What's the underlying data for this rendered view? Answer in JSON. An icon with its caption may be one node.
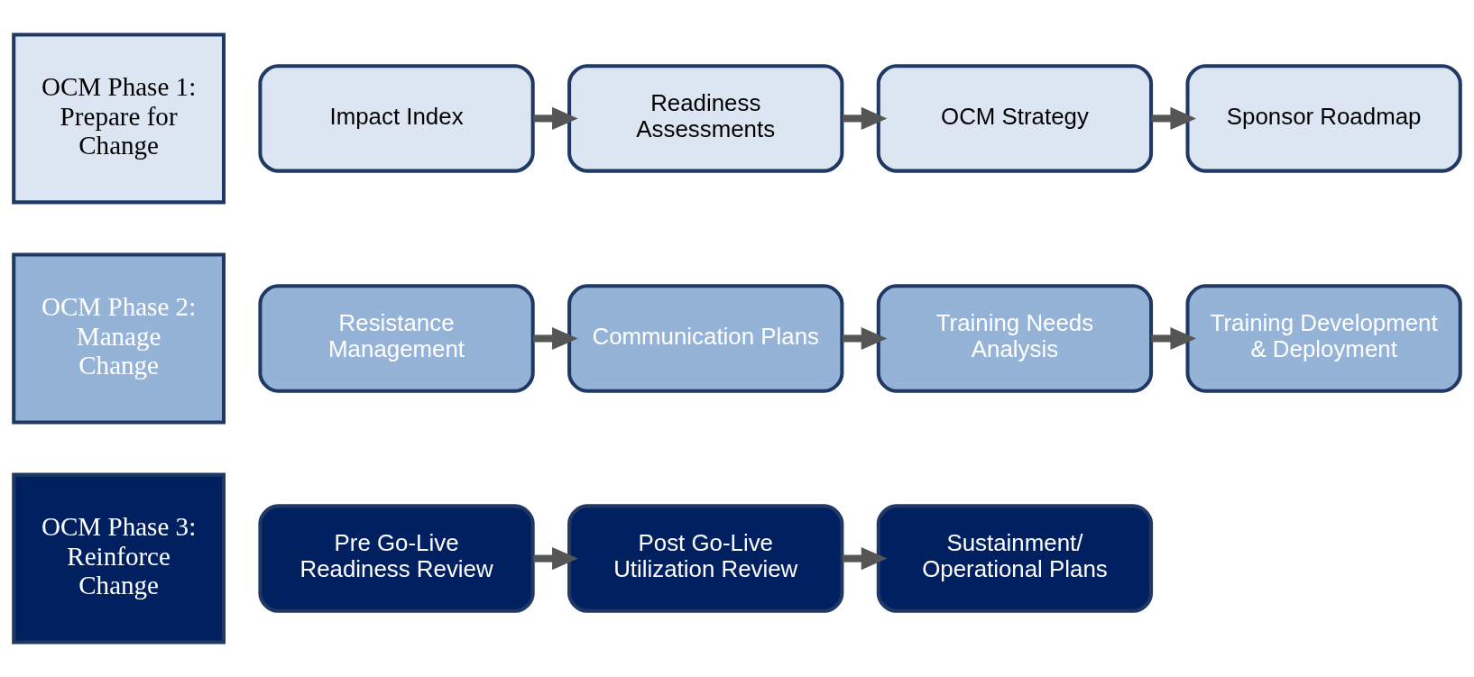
{
  "diagram": {
    "nodes": [
      {
        "text": [
          "OCM Phase 1:",
          "Prepare for Change"
        ]
      },
      {
        "text": [
          "Impact Index"
        ]
      },
      {
        "text": [
          "Readiness Assessments"
        ]
      },
      {
        "text": [
          "OCM Strategy"
        ]
      },
      {
        "text": [
          "Sponsor Roadmap"
        ]
      },
      {
        "text": [
          "OCM Phase 2:",
          "Manage Change"
        ]
      },
      {
        "text": [
          "Resistance Management"
        ]
      },
      {
        "text": [
          "Communication Plans"
        ]
      },
      {
        "text": [
          "Training Needs Analysis"
        ]
      },
      {
        "text": [
          "Training Development & Deployment"
        ]
      },
      {
        "text": [
          "OCM Phase 3:",
          "Reinforce Change"
        ]
      },
      {
        "text": [
          "Pre Go-Live Readiness Review"
        ]
      },
      {
        "text": [
          "Post Go-Live Utilization Review"
        ]
      },
      {
        "text": [
          "Sustainment/ Operational Plans"
        ]
      }
    ],
    "edges": [
      {
        "from": 1,
        "to": 2,
        "arrow": "to"
      },
      {
        "from": 2,
        "to": 3,
        "arrow": "to"
      },
      {
        "from": 3,
        "to": 4,
        "arrow": "to"
      },
      {
        "from": 6,
        "to": 7,
        "arrow": "to"
      },
      {
        "from": 7,
        "to": 8,
        "arrow": "to"
      },
      {
        "from": 8,
        "to": 9,
        "arrow": "to"
      },
      {
        "from": 11,
        "to": 12,
        "arrow": "to"
      },
      {
        "from": 12,
        "to": 13,
        "arrow": "to"
      }
    ]
  }
}
